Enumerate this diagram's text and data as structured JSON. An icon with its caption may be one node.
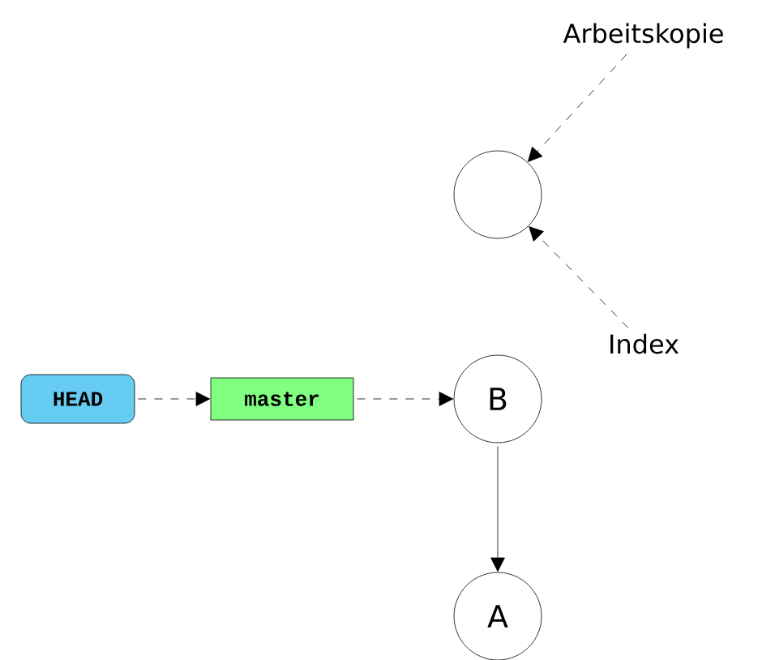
{
  "diagram": {
    "nodes": [
      {
        "text": [
          "Arbeitskopie"
        ]
      },
      {
        "text": [],
        "shape": "circle"
      },
      {
        "text": [
          "Index"
        ]
      },
      {
        "text": [
          "HEAD"
        ]
      },
      {
        "text": [
          "master"
        ]
      },
      {
        "text": [
          "B"
        ]
      },
      {
        "text": [
          "A"
        ]
      }
    ],
    "edges": [
      {
        "from": 0,
        "to": 1,
        "arrow": "to",
        "style": "dashed"
      },
      {
        "from": 2,
        "to": 1,
        "arrow": "to",
        "style": "dashed"
      },
      {
        "from": 3,
        "to": 4,
        "arrow": "to",
        "style": "dashed"
      },
      {
        "from": 4,
        "to": 5,
        "arrow": "to",
        "style": "dashed"
      },
      {
        "from": 5,
        "to": 6,
        "arrow": "to"
      }
    ]
  }
}
